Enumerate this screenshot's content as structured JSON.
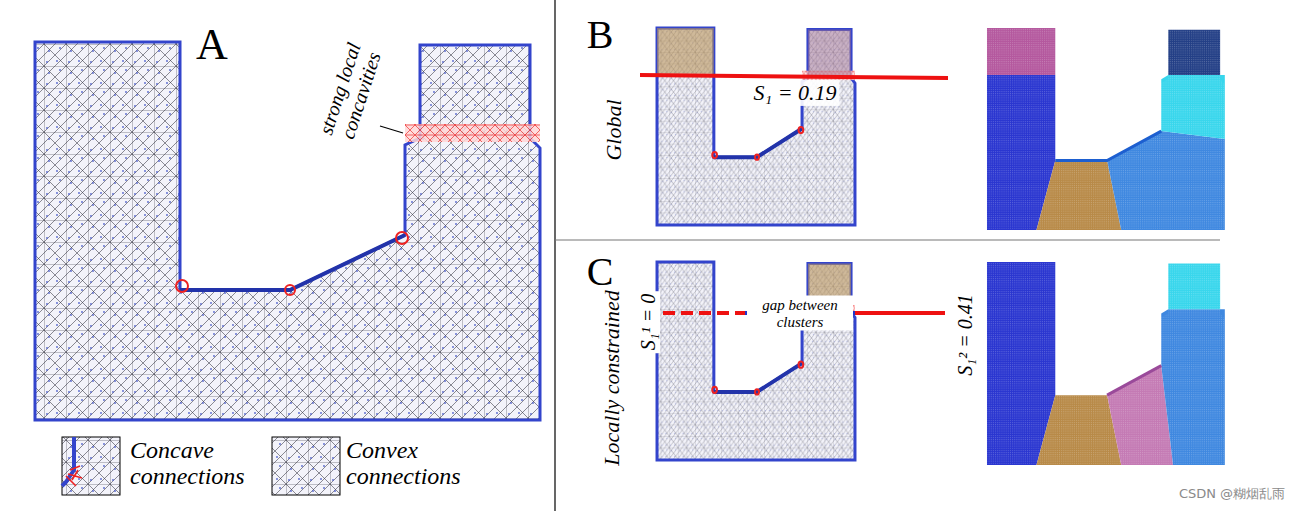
{
  "diagram": {
    "labels": [
      "A",
      "strong local concavities",
      "B",
      "Global",
      "S₁ = 0.19",
      "C",
      "Locally constrained",
      "S₁¹ = 0",
      "gap between clusters",
      "S₁² = 0.41",
      "CSDN @糊烟乱雨"
    ],
    "legend": [
      {
        "text": "Concave connections"
      },
      {
        "text": "Convex connections"
      }
    ]
  }
}
